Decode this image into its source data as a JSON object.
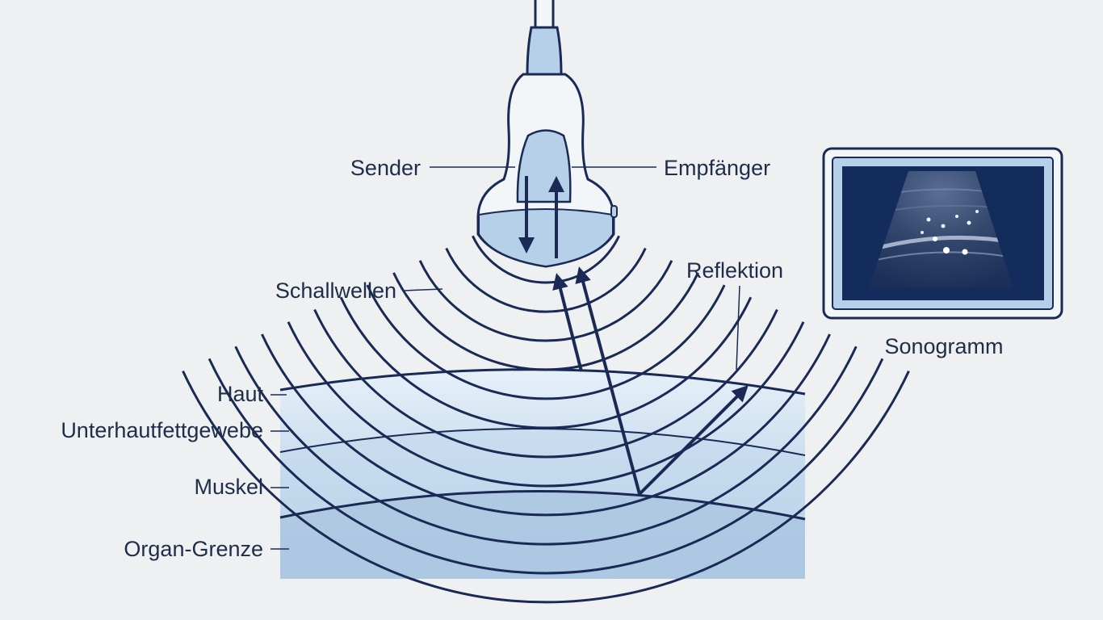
{
  "labels": {
    "sender": "Sender",
    "receiver": "Empfänger",
    "sound_waves": "Schallwellen",
    "reflection": "Reflektion",
    "skin": "Haut",
    "subcutaneous_fat": "Unterhautfettgewebe",
    "muscle": "Muskel",
    "organ_boundary": "Organ-Grenze",
    "sonogram": "Sonogramm"
  },
  "colors": {
    "ink": "#1a2a55",
    "probe_fill": "#f3f6f9",
    "probe_accent": "#b7d0ea",
    "monitor_screen": "#142c5c",
    "layer_light": "#e3eef8",
    "layer_dark": "#b4cde6"
  }
}
